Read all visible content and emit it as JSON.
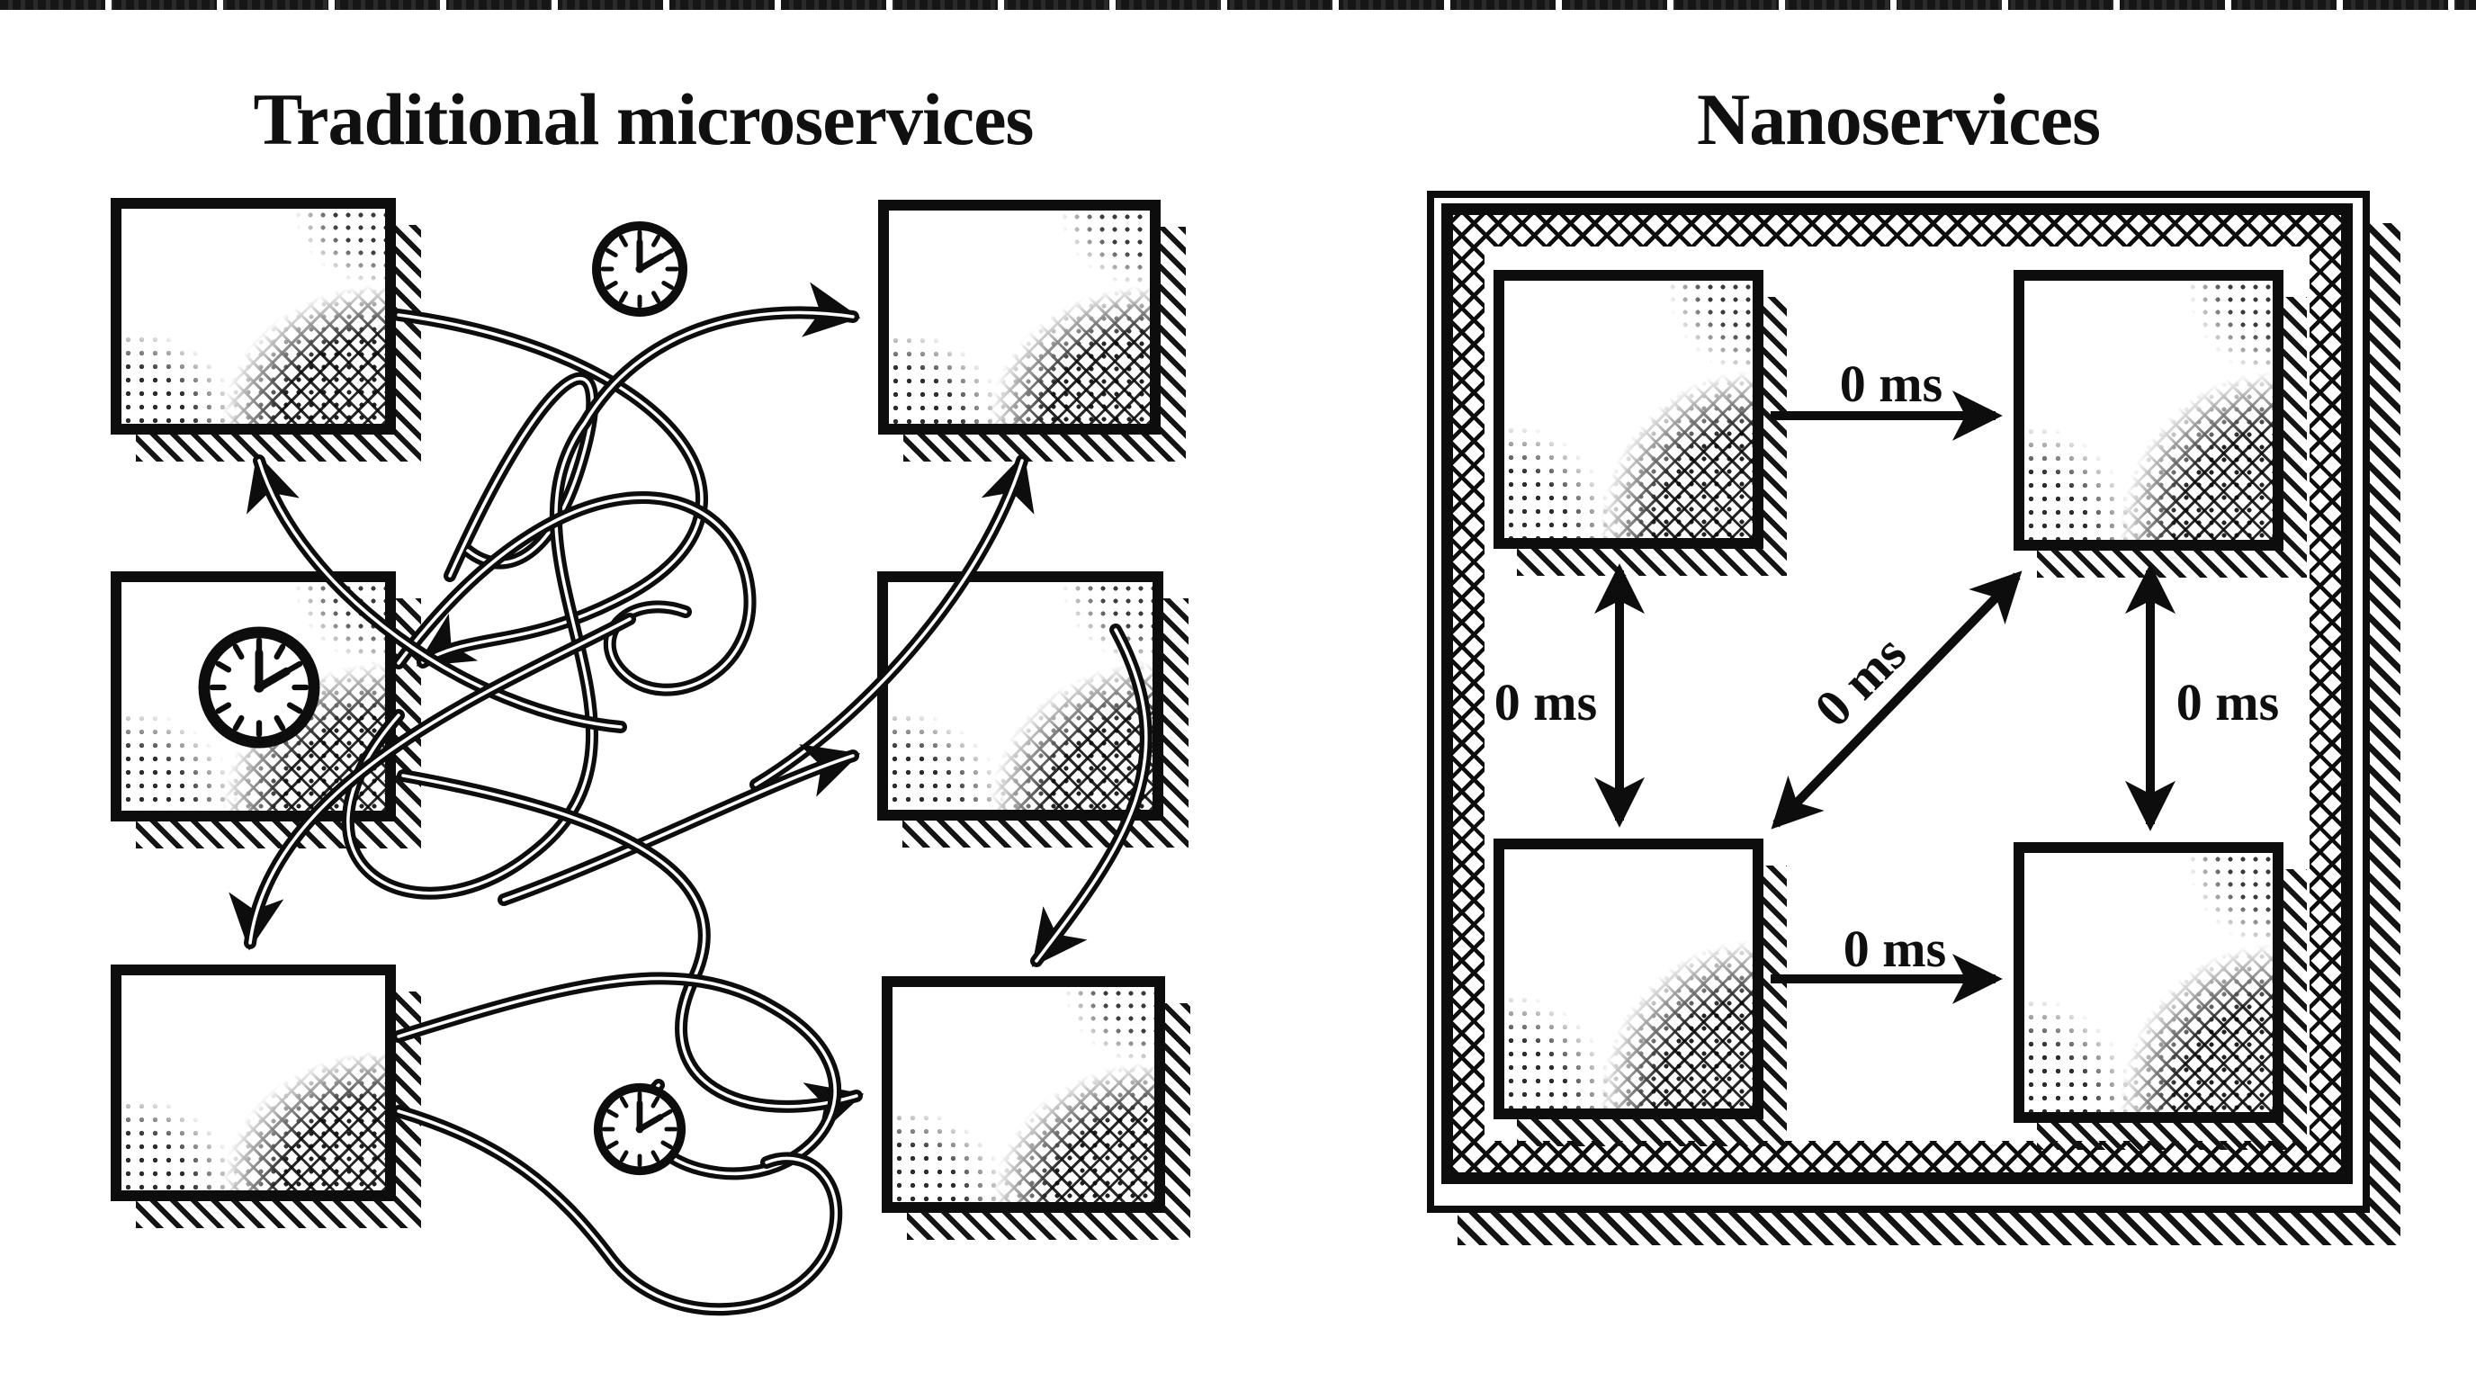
{
  "page": {
    "paper_color": "#ffffff",
    "ink_color": "#0d0d0d",
    "style": "black-and-white engraving illustration"
  },
  "torn_strip": {
    "name": "torn-print-edge"
  },
  "panels": {
    "traditional": {
      "title": "Traditional microservices",
      "service_boxes": [
        {
          "id": "top-left"
        },
        {
          "id": "top-right"
        },
        {
          "id": "middle-left-with-clock"
        },
        {
          "id": "middle-right"
        },
        {
          "id": "bottom-left"
        },
        {
          "id": "bottom-right"
        }
      ],
      "clocks": [
        {
          "icon": "clock-icon",
          "position": "between-top-boxes",
          "time_shown": "2:00"
        },
        {
          "icon": "clock-icon",
          "position": "inside-middle-left-box",
          "time_shown": "2:00"
        },
        {
          "icon": "clock-icon",
          "position": "below-middle-row",
          "time_shown": "2:00"
        }
      ],
      "connections": "tangled curved arrows between all boxes"
    },
    "nano": {
      "title": "Nanoservices",
      "service_boxes": [
        {
          "id": "top-left"
        },
        {
          "id": "top-right"
        },
        {
          "id": "bottom-left"
        },
        {
          "id": "bottom-right"
        }
      ],
      "latencies": {
        "top": "0 ms",
        "left": "0 ms",
        "diagonal": "0 ms",
        "right": "0 ms",
        "bottom": "0 ms"
      }
    }
  }
}
